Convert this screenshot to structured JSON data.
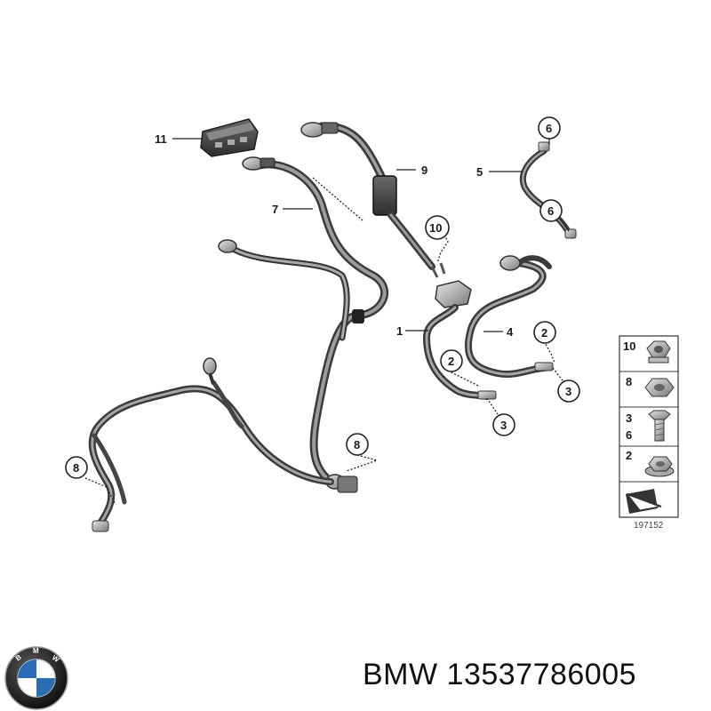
{
  "diagram": {
    "figure_number": "197152",
    "callouts": [
      {
        "id": "c11",
        "label": "11"
      },
      {
        "id": "c7",
        "label": "7"
      },
      {
        "id": "c9",
        "label": "9"
      },
      {
        "id": "c6a",
        "label": "6"
      },
      {
        "id": "c5",
        "label": "5"
      },
      {
        "id": "c6b",
        "label": "6"
      },
      {
        "id": "c10",
        "label": "10"
      },
      {
        "id": "c1",
        "label": "1"
      },
      {
        "id": "c4",
        "label": "4"
      },
      {
        "id": "c2a",
        "label": "2"
      },
      {
        "id": "c2b",
        "label": "2"
      },
      {
        "id": "c3a",
        "label": "3"
      },
      {
        "id": "c3b",
        "label": "3"
      },
      {
        "id": "c8a",
        "label": "8"
      },
      {
        "id": "c8b",
        "label": "8"
      }
    ],
    "legend": [
      {
        "label": "10",
        "part": "nut-collar"
      },
      {
        "label": "8",
        "part": "hex-nut"
      },
      {
        "label": "3\n6",
        "part": "bolt"
      },
      {
        "label": "2",
        "part": "flange-nut"
      }
    ]
  },
  "footer": {
    "text": "BMW 13537786005"
  },
  "colors": {
    "cable_dark": "#4a4a4a",
    "cable_light": "#b9b9b9",
    "line": "#222222",
    "logo_blue": "#2a6db5",
    "logo_ring": "#1b1b1b"
  }
}
